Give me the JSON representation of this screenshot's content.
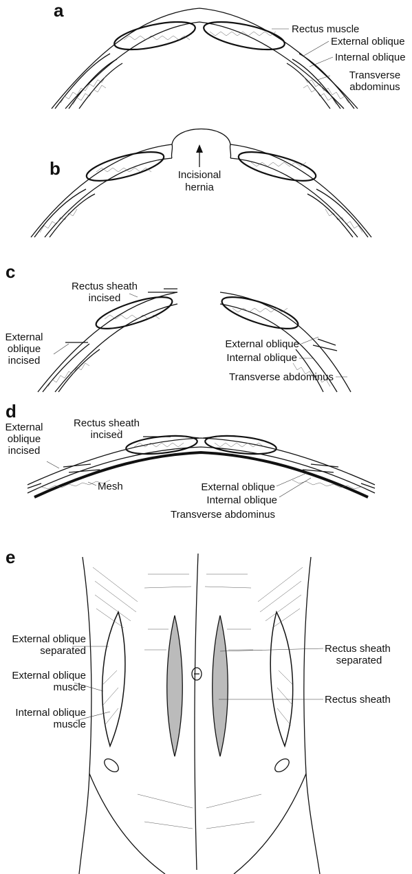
{
  "panels": {
    "a": {
      "letter": "a",
      "labels": {
        "rectus_muscle": "Rectus muscle",
        "external_oblique": "External oblique",
        "internal_oblique": "Internal oblique",
        "transverse_1": "Transverse",
        "transverse_2": "abdominus"
      }
    },
    "b": {
      "letter": "b",
      "labels": {
        "hernia_1": "Incisional",
        "hernia_2": "hernia"
      }
    },
    "c": {
      "letter": "c",
      "labels": {
        "sheath_1": "Rectus sheath",
        "sheath_2": "incised",
        "ext_incised_1": "External",
        "ext_incised_2": "oblique",
        "ext_incised_3": "incised",
        "external_oblique": "External oblique",
        "internal_oblique": "Internal oblique",
        "transverse": "Transverse abdominus"
      }
    },
    "d": {
      "letter": "d",
      "labels": {
        "sheath_1": "Rectus sheath",
        "sheath_2": "incised",
        "ext_incised_1": "External",
        "ext_incised_2": "oblique",
        "ext_incised_3": "incised",
        "mesh": "Mesh",
        "external_oblique": "External oblique",
        "internal_oblique": "Internal oblique",
        "transverse": "Transverse abdominus"
      }
    },
    "e": {
      "letter": "e",
      "labels": {
        "ext_sep_1": "External oblique",
        "ext_sep_2": "separated",
        "ext_muscle_1": "External oblique",
        "ext_muscle_2": "muscle",
        "int_muscle_1": "Internal oblique",
        "int_muscle_2": "muscle",
        "sheath_sep_1": "Rectus sheath",
        "sheath_sep_2": "separated",
        "rectus_sheath": "Rectus sheath"
      }
    }
  }
}
